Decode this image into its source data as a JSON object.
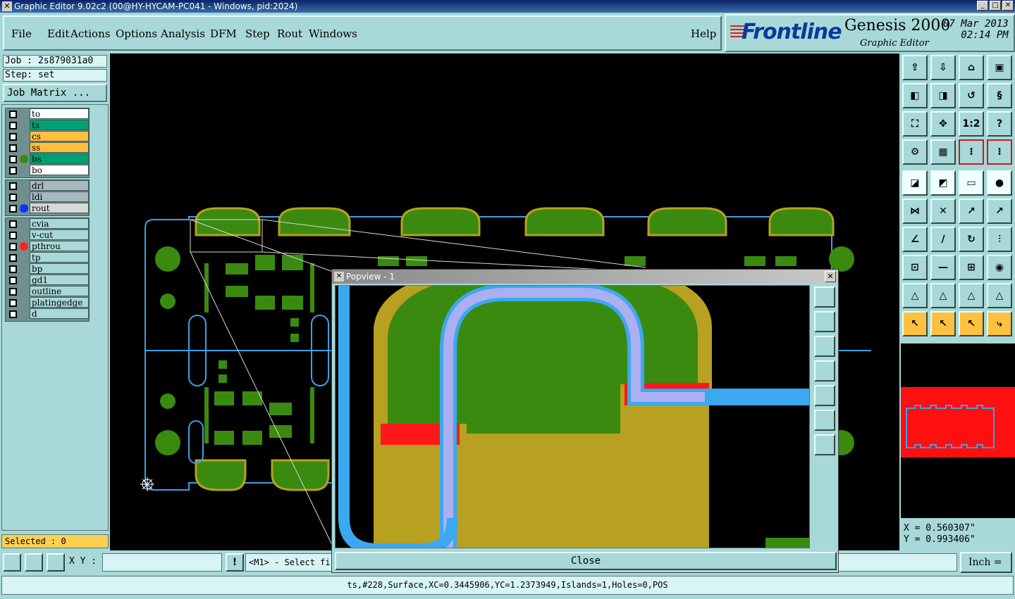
{
  "window": {
    "title": "Graphic Editor 9.02c2 (00@HY-HYCAM-PC041 - Windows, pid:2024)"
  },
  "menu": [
    "File",
    "Edit",
    "Actions",
    "Options",
    "Analysis",
    "DFM",
    "Step",
    "Rout",
    "Windows"
  ],
  "help_label": "Help",
  "brand": {
    "logo": "Frontline",
    "product": "Genesis 2000",
    "subtitle": "Graphic Editor",
    "date": "07 Mar 2013",
    "time": "02:14 PM"
  },
  "job": "Job : 2s879031a0",
  "step": "Step: set",
  "job_matrix_label": "Job Matrix ...",
  "layers_group1": [
    {
      "name": "to",
      "bg": "#ffffff",
      "dot": ""
    },
    {
      "name": "ts",
      "bg": "#00a070",
      "dot": ""
    },
    {
      "name": "cs",
      "bg": "#ffc040",
      "dot": ""
    },
    {
      "name": "ss",
      "bg": "#ffc040",
      "dot": ""
    },
    {
      "name": "bs",
      "bg": "#00a070",
      "dot": "#3a8a10"
    },
    {
      "name": "bo",
      "bg": "#ffffff",
      "dot": ""
    }
  ],
  "layers_group2": [
    {
      "name": "drl",
      "bg": "#a8b8c0",
      "dot": ""
    },
    {
      "name": "ldi",
      "bg": "#a8b8c0",
      "dot": ""
    },
    {
      "name": "rout",
      "bg": "#d8d8d8",
      "dot": "#1030ff"
    }
  ],
  "layers_group3": [
    {
      "name": "cvia",
      "bg": "#a8d8d8",
      "dot": ""
    },
    {
      "name": "v-cut",
      "bg": "#a8d8d8",
      "dot": ""
    },
    {
      "name": "pthrou",
      "bg": "#a8d8d8",
      "dot": "#ff2020"
    },
    {
      "name": "tp",
      "bg": "#a8d8d8",
      "dot": ""
    },
    {
      "name": "bp",
      "bg": "#a8d8d8",
      "dot": ""
    },
    {
      "name": "gd1",
      "bg": "#a8d8d8",
      "dot": ""
    },
    {
      "name": "outline",
      "bg": "#a8d8d8",
      "dot": ""
    },
    {
      "name": "platingedge",
      "bg": "#a8d8d8",
      "dot": ""
    },
    {
      "name": "d",
      "bg": "#a8d8d8",
      "dot": ""
    }
  ],
  "selected": "Selected : 0",
  "coords": {
    "x": "X = 0.560307\"",
    "y": "Y = 0.993406\""
  },
  "bottom": {
    "xy_label": "X Y :",
    "xy_value": "",
    "prompt": "<M1> - Select fir",
    "unit": "Inch"
  },
  "status": "ts,#228,Surface,XC=0.3445906,YC=1.2373949,Islands=1,Holes=0,POS",
  "popview": {
    "title": "Popview - 1",
    "close_label": "Close"
  },
  "toolbar_icons": [
    "zoom-home-icon",
    "zoom-out-icon",
    "home-icon",
    "zoom-window-icon",
    "pan-left-icon",
    "pan-right-icon",
    "snap-icon",
    "redraw-icon",
    "fit-icon",
    "center-icon",
    "one-to-two-icon",
    "help-icon",
    "settings-icon",
    "grid-icon",
    "traffic-icon",
    "traffic-red-icon",
    "select-icon",
    "delete-icon",
    "measure-icon",
    "circle-icon",
    "connect-icon",
    "move-icon",
    "copy-icon",
    "line-icon",
    "angle-icon",
    "draw-line-icon",
    "arc-icon",
    "fit-text-icon",
    "node-icon",
    "line-red-icon",
    "resize-icon",
    "fill-icon",
    "triangle-icon",
    "triangle-2-icon",
    "triangle-3-icon",
    "triangle-4-icon",
    "pointer-icon",
    "pointer-box-icon",
    "pointer-box-2-icon",
    "route-icon"
  ],
  "accent": {
    "cyan": "#a8d8d8",
    "canvas": "#000000",
    "board_green": "#3a8a10",
    "outline_blue": "#3ca0e8"
  }
}
